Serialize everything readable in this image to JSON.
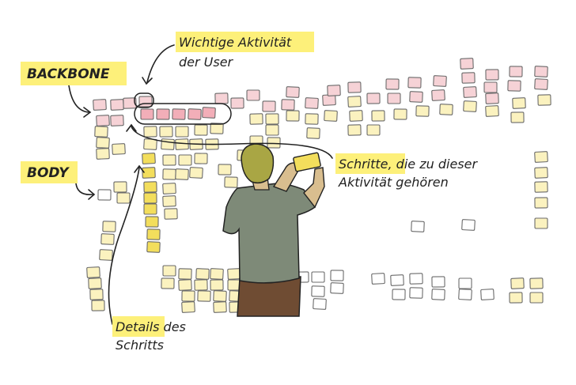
{
  "labels": {
    "backbone": "BACKBONE",
    "body": "BODY",
    "activity_line1": "Wichtige Aktivität",
    "activity_line2": "der User",
    "steps_highlight": "Schritte,",
    "steps_rest": " die zu dieser",
    "steps_line2": "Aktivität gehören",
    "details_highlight": "Details",
    "details_rest": " des",
    "details_line2": "Schritts"
  },
  "colors": {
    "highlight": "#fdf07a",
    "pink_note": "#f6d2d6",
    "pink_note_strong": "#f2aeb8",
    "yellow_note": "#fbf2bf",
    "yellow_note_strong": "#f3de5c",
    "white_note": "#ffffff",
    "skin": "#d9be8f",
    "hair": "#a9a644",
    "shirt": "#7e8a78",
    "pants": "#6f4c33"
  },
  "icons": {
    "person": "person-photographing-wall-icon"
  }
}
